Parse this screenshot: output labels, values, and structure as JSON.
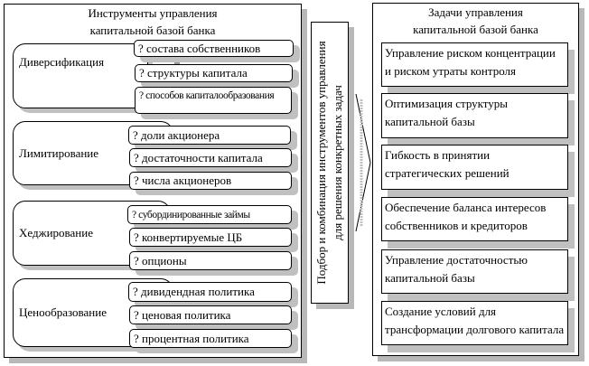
{
  "left_panel": {
    "title_line1": "Инструменты управления",
    "title_line2": "капитальной базой банка",
    "groups": [
      {
        "label": "Диверсификация",
        "items": [
          "? состава собственников",
          "? структуры капитала",
          "? способов капиталообразования"
        ]
      },
      {
        "label": "Лимитирование",
        "items": [
          "? доли акционера",
          "? достаточности капитала",
          "? числа акционеров"
        ]
      },
      {
        "label": "Хеджирование",
        "items": [
          "? субординированные займы",
          "? конвертируемые ЦБ",
          "? опционы"
        ]
      },
      {
        "label": "Ценообразование",
        "items": [
          "? дивидендная политика",
          "? ценовая политика",
          "? процентная политика"
        ]
      }
    ]
  },
  "middle": {
    "line1": "Подбор и комбинация инструментов управления",
    "line2": "для решения конкретных задач"
  },
  "right_panel": {
    "title_line1": "Задачи управления",
    "title_line2": "капитальной базой банка",
    "tasks": [
      "Управление риском концентрации и риском утраты контроля",
      "Оптимизация структуры капитальной базы",
      "Гибкость в принятии стратегических решений",
      "Обеспечение баланса интересов собственников и кредиторов",
      "Управление достаточностью капитальной базы",
      "Создание условий для трансформации долгового капитала"
    ]
  }
}
